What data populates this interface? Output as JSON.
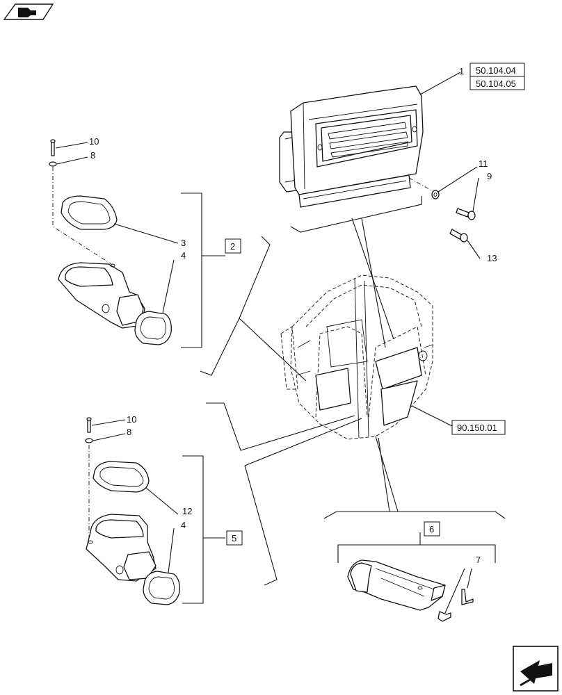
{
  "callouts": {
    "c1": "1",
    "c2": "2",
    "c3": "3",
    "c4a": "4",
    "c4b": "4",
    "c5": "5",
    "c6": "6",
    "c7": "7",
    "c8a": "8",
    "c8b": "8",
    "c9": "9",
    "c10a": "10",
    "c10b": "10",
    "c11": "11",
    "c12": "12",
    "c13": "13"
  },
  "references": {
    "ref_a": "50.104.04",
    "ref_b": "50.104.05",
    "ref_c": "90.150.01"
  },
  "icons": {
    "top_left": "book-arrow-icon",
    "bottom_right": "next-page-arrow-icon"
  }
}
